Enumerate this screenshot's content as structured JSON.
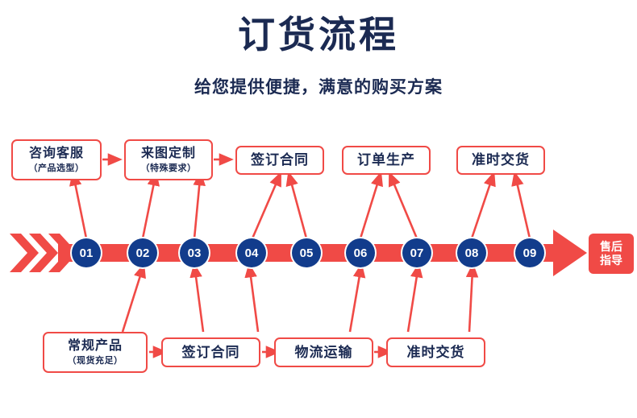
{
  "header": {
    "title": "订货流程",
    "subtitle": "给您提供便捷，满意的购买方案"
  },
  "colors": {
    "accent_red": "#f04a46",
    "deep_blue": "#123c8c",
    "text_navy": "#1b2a52",
    "background": "#ffffff"
  },
  "steps": [
    {
      "number": "01"
    },
    {
      "number": "02"
    },
    {
      "number": "03"
    },
    {
      "number": "04"
    },
    {
      "number": "05"
    },
    {
      "number": "06"
    },
    {
      "number": "07"
    },
    {
      "number": "08"
    },
    {
      "number": "09"
    }
  ],
  "top_boxes": [
    {
      "line1": "咨询客服",
      "line2": "（产品选型）"
    },
    {
      "line1": "来图定制",
      "line2": "（特殊要求）"
    },
    {
      "line1": "签订合同",
      "line2": ""
    },
    {
      "line1": "订单生产",
      "line2": ""
    },
    {
      "line1": "准时交货",
      "line2": ""
    }
  ],
  "bottom_boxes": [
    {
      "line1": "常规产品",
      "line2": "（现货充足）"
    },
    {
      "line1": "签订合同",
      "line2": ""
    },
    {
      "line1": "物流运输",
      "line2": ""
    },
    {
      "line1": "准时交货",
      "line2": ""
    }
  ],
  "end_tag": {
    "line1": "售后",
    "line2": "指导"
  }
}
